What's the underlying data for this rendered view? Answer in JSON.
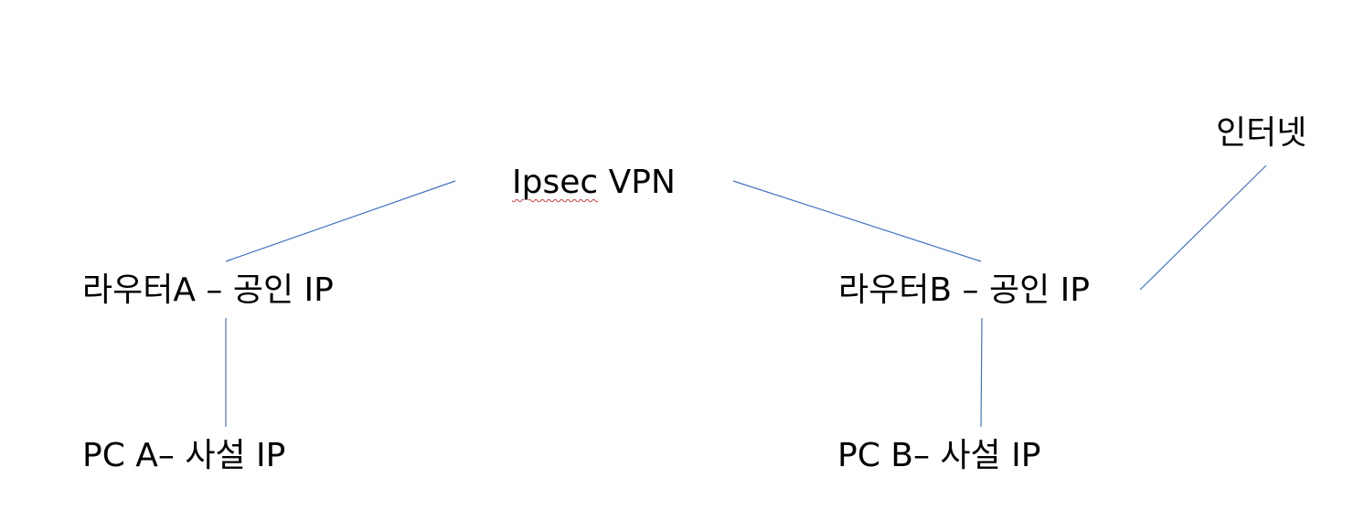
{
  "diagram": {
    "vpn": {
      "first_word": "Ipsec",
      "rest": " VPN"
    },
    "internet": "인터넷",
    "router_a": "라우터A – 공인 IP",
    "router_b": "라우터B – 공인 IP",
    "pc_a": "PC A– 사설 IP",
    "pc_b": "PC B– 사설 IP"
  },
  "colors": {
    "connector": "#4472c4",
    "spellcheck": "#d83b3b",
    "text": "#000000"
  }
}
